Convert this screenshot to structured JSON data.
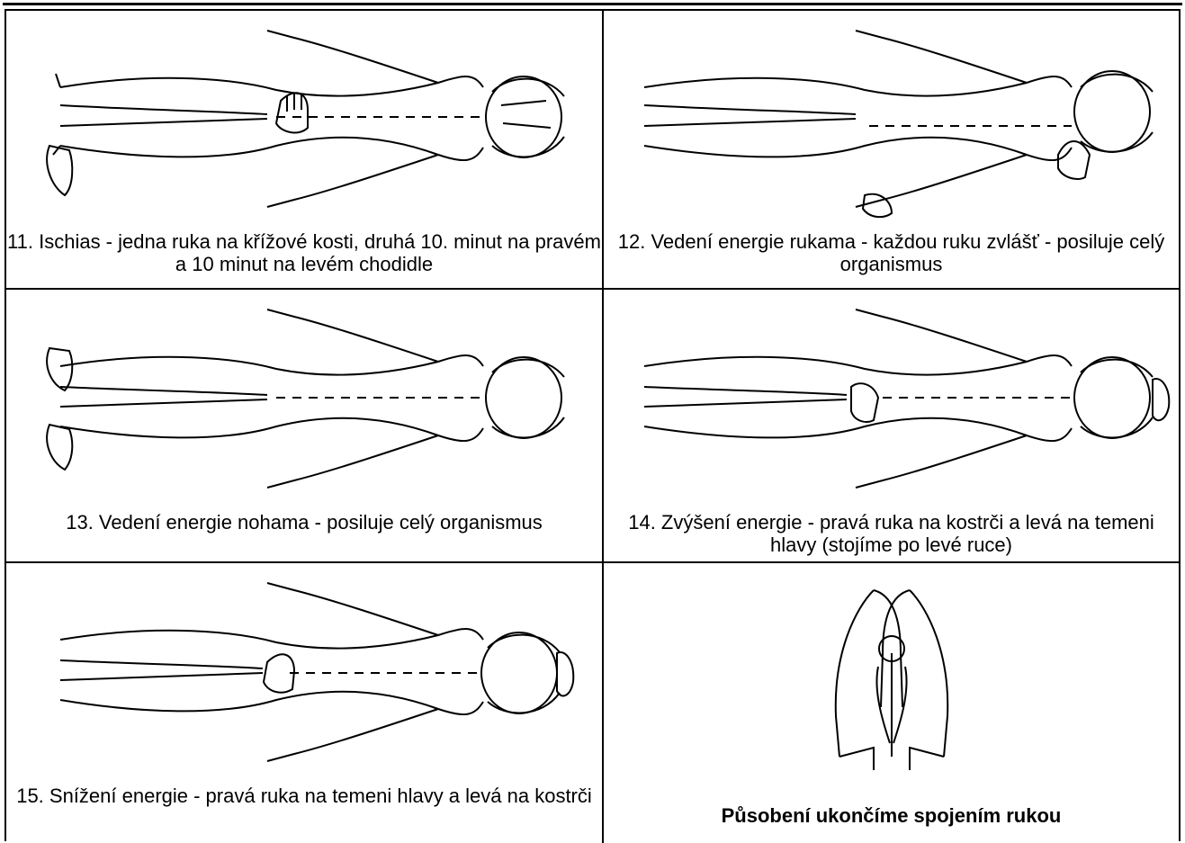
{
  "captions": {
    "c11": "11. Ischias - jedna ruka na křížové kosti, druhá 10. minut na pravém a 10 minut na levém chodidle",
    "c12": "12. Vedení energie rukama - každou ruku zvlášť - posiluje celý organismus",
    "c13": "13. Vedení energie nohama - posiluje celý organismus",
    "c14": "14. Zvýšení energie - pravá ruka na kostrči a levá na temeni hlavy (stojíme po levé ruce)",
    "c15": "15. Snížení energie - pravá ruka na temeni hlavy a levá na kostrči",
    "final": "Působení ukončíme spojením rukou"
  }
}
